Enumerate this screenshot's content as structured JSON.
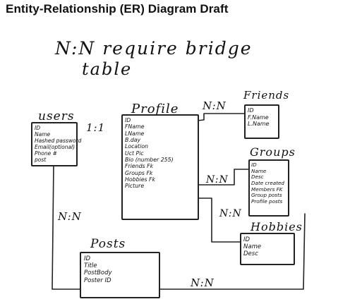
{
  "title": "Entity-Relationship (ER) Diagram Draft",
  "note": {
    "line1": "N:N require bridge",
    "line2": "table"
  },
  "entities": {
    "users": {
      "label": "users",
      "fields": [
        "ID",
        "Name",
        "Hashed password",
        "Email(optional)",
        "Phone #",
        "post"
      ]
    },
    "profile": {
      "label": "Profile",
      "fields": [
        "ID",
        "FName",
        "LName",
        "B.day",
        "Location",
        "Uct Pic",
        "Bio (number 255)",
        "Friends Fk",
        "Groups Fk",
        "Hobbies Fk",
        "Picture"
      ]
    },
    "friends": {
      "label": "Friends",
      "fields": [
        "ID",
        "F.Name",
        "L.Name"
      ]
    },
    "groups": {
      "label": "Groups",
      "fields": [
        "ID",
        "Name",
        "Desc",
        "Date created",
        "Members FK",
        "Group posts",
        "Profile posts"
      ]
    },
    "hobbies": {
      "label": "Hobbies",
      "fields": [
        "ID",
        "Name",
        "Desc"
      ]
    },
    "posts": {
      "label": "Posts",
      "fields": [
        "ID",
        "Title",
        "PostBody",
        "Poster ID"
      ]
    }
  },
  "relations": {
    "users_profile": "1:1",
    "profile_friends": "N:N",
    "profile_groups": "N:N",
    "profile_hobbies": "N:N",
    "users_posts": "N:N",
    "posts_groups": "N:N"
  }
}
